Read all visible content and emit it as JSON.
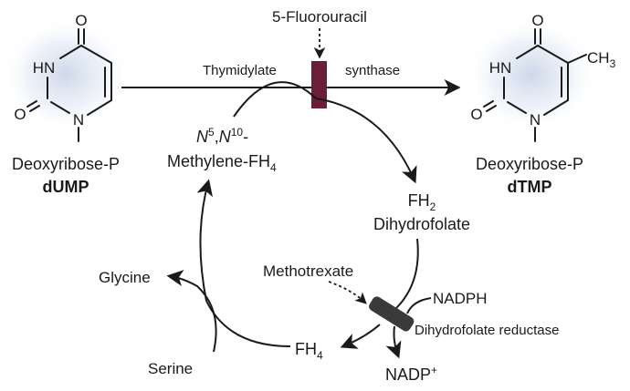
{
  "inhibitor_top": "5-Fluorouracil",
  "enzyme_top_left": "Thymidylate",
  "enzyme_top_right": "synthase",
  "dump": {
    "atoms": {
      "o_top": "O",
      "hn": "HN",
      "o_left": "O",
      "n": "N"
    },
    "sugar": "Deoxyribose-P",
    "name": "dUMP"
  },
  "dtmp": {
    "atoms": {
      "o_top": "O",
      "hn": "HN",
      "o_left": "O",
      "n": "N",
      "ch3": "CH",
      "ch3_sub": "3"
    },
    "sugar": "Deoxyribose-P",
    "name": "dTMP"
  },
  "methylene": {
    "n5": "N",
    "n5_sup": "5",
    "comma": ",",
    "n10": "N",
    "n10_sup": "10",
    "dash": "-",
    "line2": "Methylene-FH",
    "line2_sub": "4"
  },
  "fh2": {
    "text": "FH",
    "sub": "2",
    "name": "Dihydrofolate"
  },
  "methotrexate": "Methotrexate",
  "nadph": "NADPH",
  "reductase": "Dihydrofolate reductase",
  "fh4": {
    "text": "FH",
    "sub": "4"
  },
  "nadp": {
    "text": "NADP",
    "sup": "+"
  },
  "glycine": "Glycine",
  "serine": "Serine",
  "colors": {
    "enzyme_bar": "#6b1d3a",
    "reductase_bar": "#3a3a3a",
    "glow": "#c8d3e8"
  }
}
